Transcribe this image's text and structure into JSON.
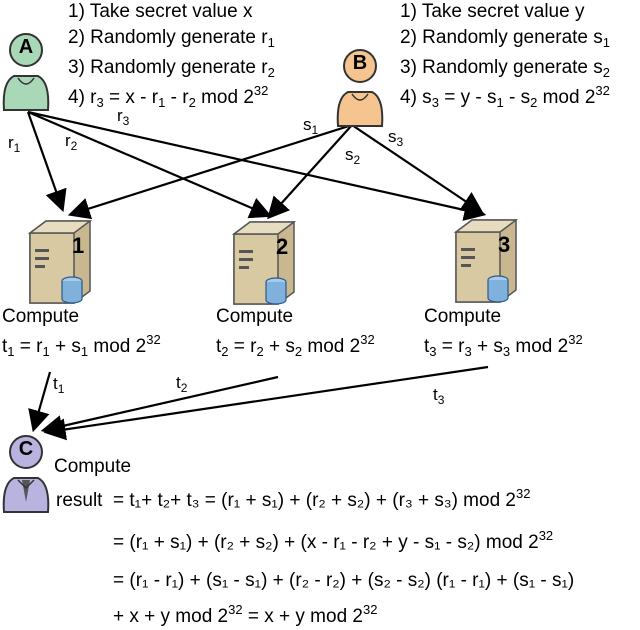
{
  "actorA": {
    "letter": "A",
    "steps": [
      {
        "pre": "1) Take secret value x"
      },
      {
        "pre": "2) Randomly generate r",
        "sub": "1"
      },
      {
        "pre": "3) Randomly generate r",
        "sub": "2"
      },
      {
        "pre": "4) r",
        "sub": "3",
        "mid": " = x - r",
        "sub2": "1",
        "mid2": " - r",
        "sub3": "2",
        "post": " mod 2",
        "sup": "32"
      }
    ]
  },
  "actorB": {
    "letter": "B",
    "steps": [
      {
        "pre": "1) Take secret value y"
      },
      {
        "pre": "2) Randomly generate s",
        "sub": "1"
      },
      {
        "pre": "3) Randomly generate s",
        "sub": "2"
      },
      {
        "pre": "4) s",
        "sub": "3",
        "mid": " = y - s",
        "sub2": "1",
        "mid2": " - s",
        "sub3": "2",
        "post": " mod 2",
        "sup": "32"
      }
    ]
  },
  "actorC": {
    "letter": "C",
    "title": "Compute"
  },
  "arrowLabels": {
    "r1": {
      "base": "r",
      "sub": "1"
    },
    "r2": {
      "base": "r",
      "sub": "2"
    },
    "r3": {
      "base": "r",
      "sub": "3"
    },
    "s1": {
      "base": "s",
      "sub": "1"
    },
    "s2": {
      "base": "s",
      "sub": "2"
    },
    "s3": {
      "base": "s",
      "sub": "3"
    },
    "t1": {
      "base": "t",
      "sub": "1"
    },
    "t2": {
      "base": "t",
      "sub": "2"
    },
    "t3": {
      "base": "t",
      "sub": "3"
    }
  },
  "servers": [
    {
      "number": "1",
      "title": "Compute",
      "t": "t",
      "i": "1",
      "r": "r",
      "s": "s",
      "mod": " mod 2",
      "exp": "32"
    },
    {
      "number": "2",
      "title": "Compute",
      "t": "t",
      "i": "2",
      "r": "r",
      "s": "s",
      "mod": " mod 2",
      "exp": "32"
    },
    {
      "number": "3",
      "title": "Compute",
      "t": "t",
      "i": "3",
      "r": "r",
      "s": "s",
      "mod": " mod 2",
      "exp": "32"
    }
  ],
  "result": {
    "word": "result",
    "line1": "= t₁+ t₂+ t₃ = (r₁ + s₁) + (r₂ + s₂) + (r₃ + s₃) mod 2",
    "line2": "= (r₁ + s₁) + (r₂ + s₂) + (x - r₁ - r₂ + y - s₁ - s₂) mod 2",
    "line3": "= (r₁ - r₁) + (s₁ - s₁) + (r₂ - r₂) + (s₂ - s₂) (r₁ - r₁) + (s₁ - s₁)",
    "line4a": "+ x + y mod 2",
    "line4b": " = x + y mod 2",
    "exp": "32"
  },
  "colors": {
    "actorA": "#a8d8b8",
    "actorB": "#f6c48e",
    "actorC": "#b9b3df",
    "server": "#d9c9a3",
    "drum": "#7fb1dc"
  }
}
